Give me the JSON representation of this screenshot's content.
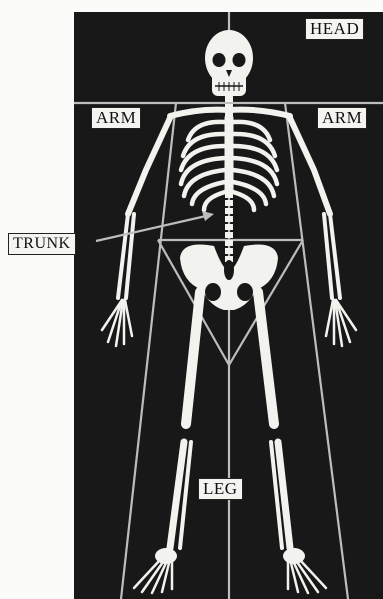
{
  "labels": {
    "head": "HEAD",
    "arm_left": "ARM",
    "arm_right": "ARM",
    "trunk": "TRUNK",
    "leg": "LEG"
  },
  "colors": {
    "panel": "#181818",
    "bone": "#f2f2ee",
    "guide_lines": "#bdbdbd",
    "label_bg": "#f4f4f0"
  }
}
